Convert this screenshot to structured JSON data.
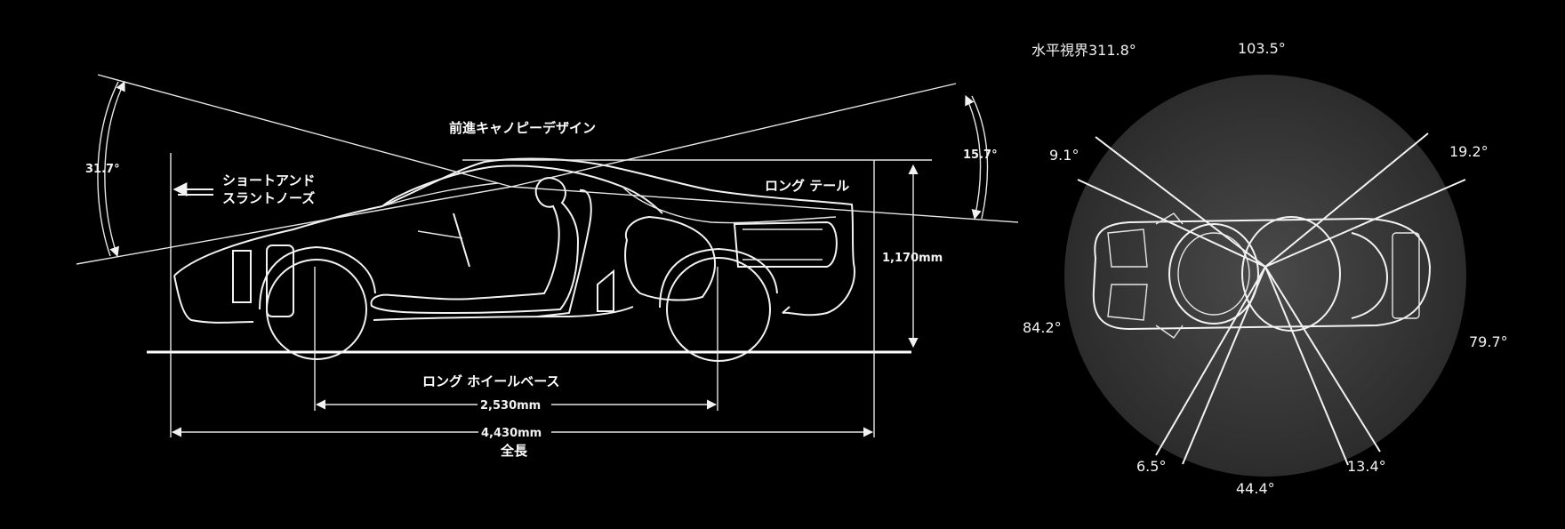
{
  "side_view": {
    "angle_front": "31.7°",
    "angle_rear": "15.7°",
    "canopy_label": "前進キャノピーデザイン",
    "nose_label_line1": "ショートアンド",
    "nose_label_line2": "スラントノーズ",
    "tail_label": "ロング テール",
    "height_label": "1,170mm",
    "wheelbase_title": "ロング ホイールベース",
    "wheelbase_value": "2,530mm",
    "length_value": "4,430mm",
    "length_title": "全長"
  },
  "top_view": {
    "horizontal_fov": "水平視界311.8°",
    "angle_top": "103.5°",
    "angle_upper_left": "9.1°",
    "angle_upper_right": "19.2°",
    "angle_left": "84.2°",
    "angle_right": "79.7°",
    "angle_lower_left": "6.5°",
    "angle_lower_right": "13.4°",
    "angle_bottom": "44.4°"
  },
  "colors": {
    "background": "#000000",
    "lines": "#f2f2f2",
    "disc": "#3a3a3a"
  }
}
